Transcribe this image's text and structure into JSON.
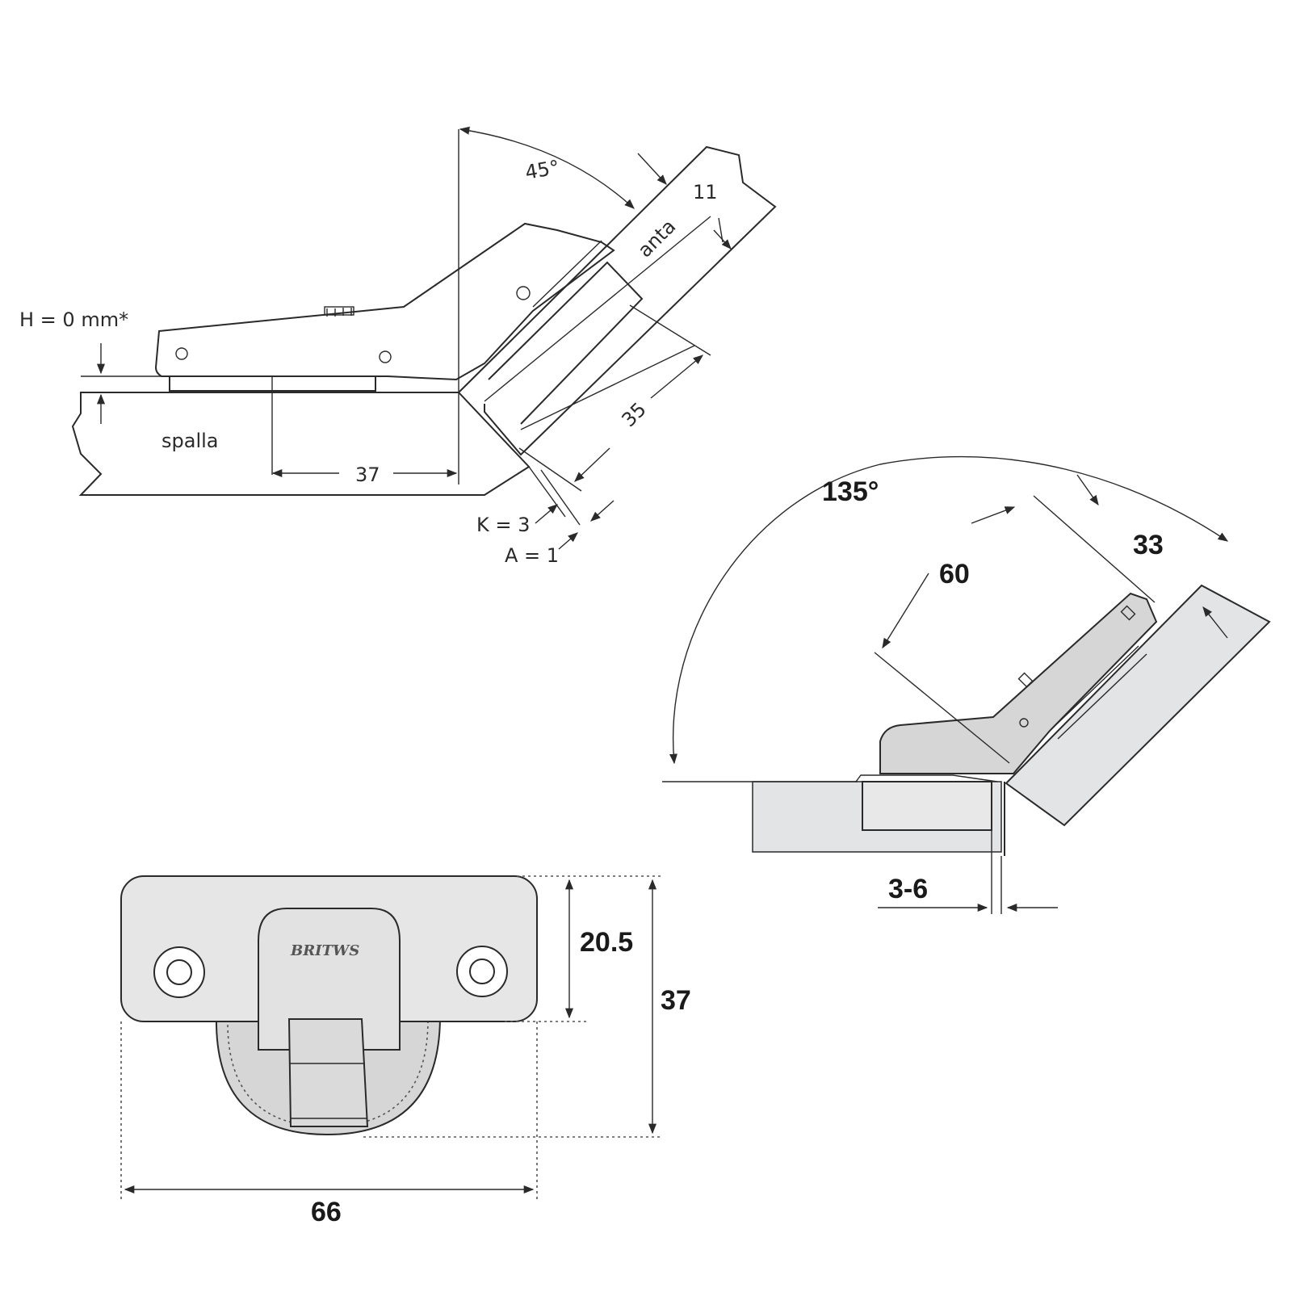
{
  "side_view": {
    "angle": "45°",
    "dim_11": "11",
    "door_label": "anta",
    "overlay": "H = 0 mm*",
    "panel_label": "spalla",
    "dim_37": "37",
    "dim_35": "35",
    "k_value": "K = 3",
    "a_value": "A = 1"
  },
  "angle_view": {
    "angle": "135°",
    "dim_60": "60",
    "dim_33": "33",
    "dim_3_6": "3-6"
  },
  "plate_view": {
    "brand": "BRITWS",
    "dim_20_5": "20.5",
    "dim_37": "37",
    "dim_66": "66"
  },
  "colors": {
    "line": "#2a2a2a",
    "panel_fill": "#e3e4e6",
    "plate_fill": "#e6e6e6",
    "cup_fill": "#d6d6d6"
  }
}
